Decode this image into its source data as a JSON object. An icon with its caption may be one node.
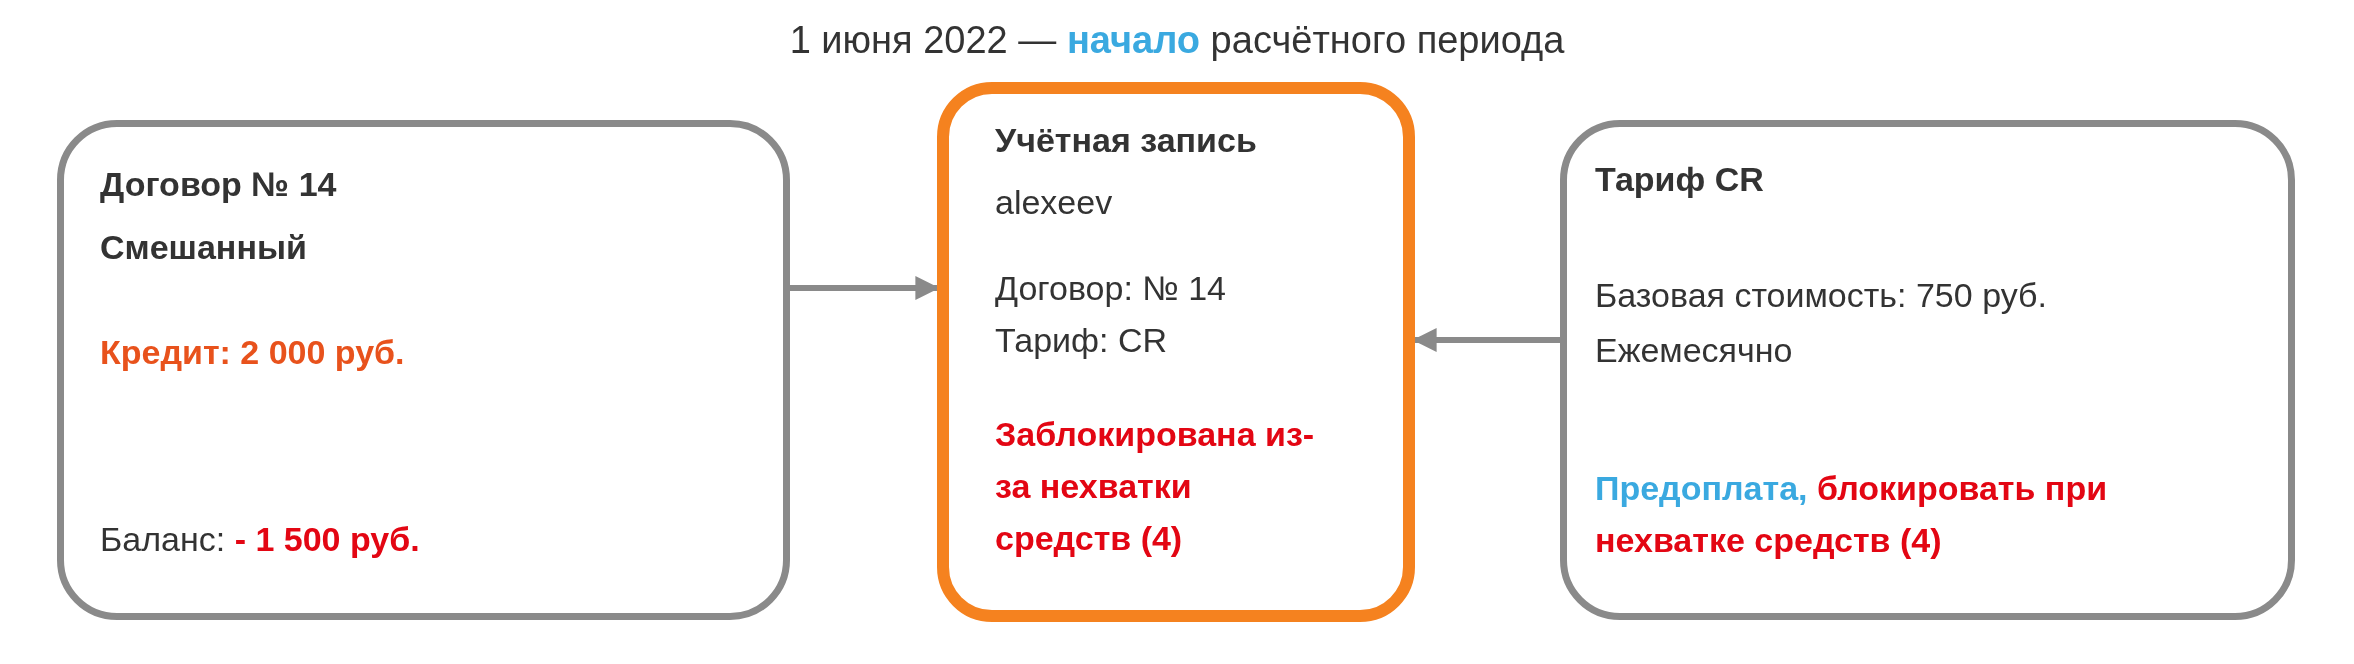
{
  "diagram": {
    "title": "1 июня 2022 — **начало** расчётного периода",
    "nodes": [
      {
        "text": [
          "Договор № 14",
          "Смешанный",
          "Кредит: 2 000 руб.",
          "Баланс: **- 1 500 руб.**"
        ]
      },
      {
        "text": [
          "Учётная запись",
          "alexeev",
          "Договор: № 14",
          "Тариф: CR",
          "Заблокирована из-за нехватки средств (4)"
        ]
      },
      {
        "text": [
          "Тариф CR",
          "Базовая стоимость: 750 руб.",
          "Ежемесячно",
          "**Предоплата,** блокировать при нехватке средств (4)"
        ]
      }
    ],
    "edges": [
      {
        "from": 0,
        "to": 1,
        "arrow": "to"
      },
      {
        "from": 2,
        "to": 1,
        "arrow": "to"
      }
    ]
  }
}
